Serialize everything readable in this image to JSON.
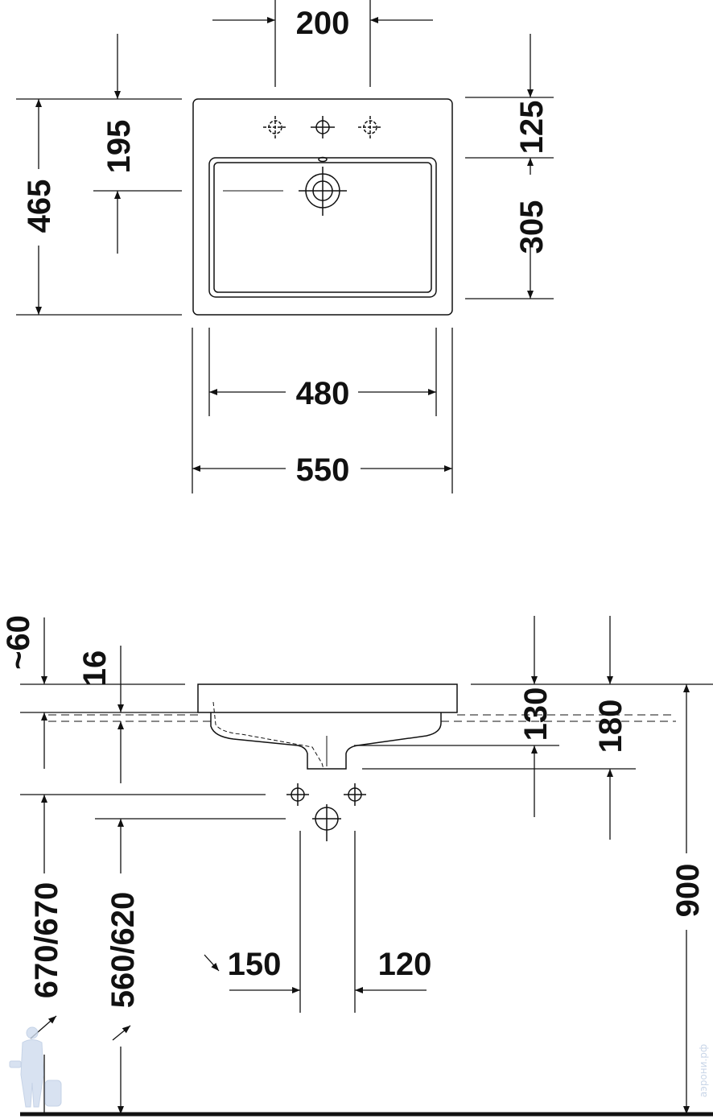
{
  "top_view": {
    "tap_spacing": "200",
    "depth_to_drain": "195",
    "total_depth": "465",
    "tap_row_depth": "125",
    "bowl_depth": "305",
    "bowl_width": "480",
    "total_width": "550"
  },
  "side_view": {
    "overflow_approx": "~60",
    "rim_thickness": "16",
    "bowl_height_a": "130",
    "bowl_height_b": "180",
    "supply_height": "670/670",
    "waste_height": "560/620",
    "waste_offset_left": "150",
    "waste_offset_right": "120",
    "rim_height": "900"
  },
  "watermark": "аэрони.рф",
  "colors": {
    "line": "#111111",
    "background": "#ffffff",
    "watermark": "#c9d6e8"
  }
}
